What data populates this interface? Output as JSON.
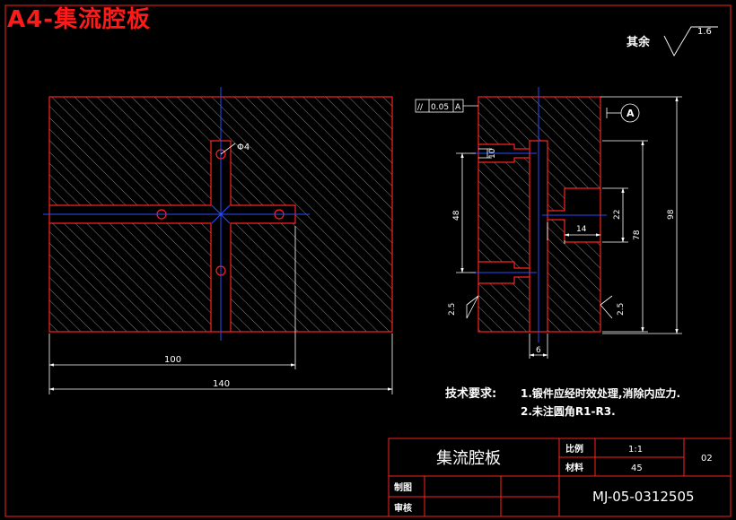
{
  "banner": "A4-集流腔板",
  "roughness": {
    "prefix": "其余",
    "value": "1.6",
    "local_value": "2.5"
  },
  "tolerance": {
    "symbol": "//",
    "value": "0.05",
    "datum": "A"
  },
  "datum_label": "A",
  "dimensions": {
    "left_hole_dia": "Φ4",
    "width_100": "100",
    "width_140": "140",
    "d10": "10",
    "d48": "48",
    "d22": "22",
    "d14": "14",
    "d78": "78",
    "d98": "98",
    "d6": "6"
  },
  "notes": {
    "heading": "技术要求:",
    "line1": "1.锻件应经时效处理,消除内应力.",
    "line2": "2.未注圆角R1-R3."
  },
  "title_block": {
    "title": "集流腔板",
    "scale_label": "比例",
    "scale_value": "1:1",
    "material_label": "材料",
    "material_value": "45",
    "sheet_no": "02",
    "drawn_label": "制图",
    "checked_label": "审核",
    "drawing_no": "MJ-05-0312505"
  },
  "colors": {
    "outline": "#ff2020",
    "center": "#2a4dff",
    "dim": "#ffffff",
    "hatch": "#c9c9c9",
    "background": "#000000"
  }
}
